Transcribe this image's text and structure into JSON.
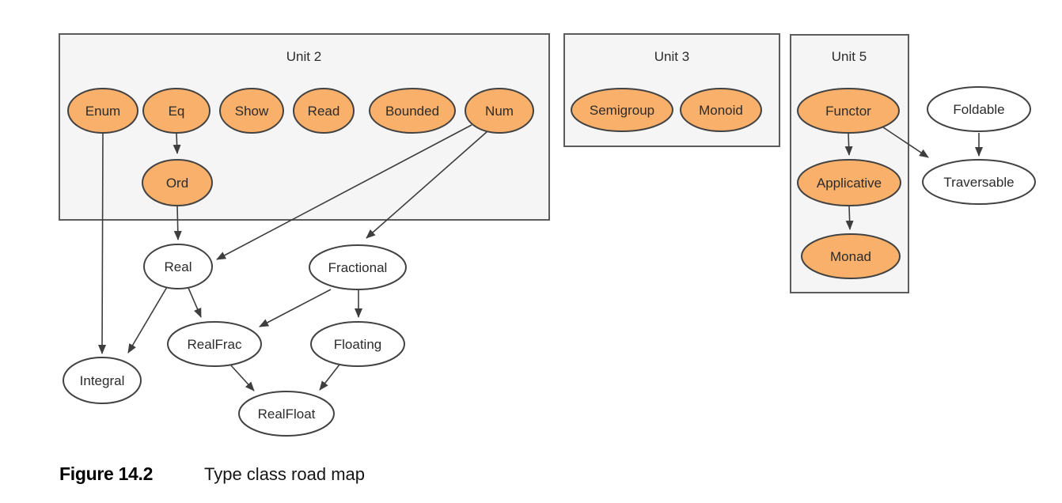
{
  "figure": {
    "label": "Figure 14.2",
    "caption": "Type class road map"
  },
  "units": {
    "unit2": {
      "title": "Unit 2"
    },
    "unit3": {
      "title": "Unit 3"
    },
    "unit5": {
      "title": "Unit 5"
    }
  },
  "nodes": {
    "enum": {
      "label": "Enum",
      "unit": "Unit 2",
      "highlighted": true
    },
    "eq": {
      "label": "Eq",
      "unit": "Unit 2",
      "highlighted": true
    },
    "show": {
      "label": "Show",
      "unit": "Unit 2",
      "highlighted": true
    },
    "read": {
      "label": "Read",
      "unit": "Unit 2",
      "highlighted": true
    },
    "bounded": {
      "label": "Bounded",
      "unit": "Unit 2",
      "highlighted": true
    },
    "num": {
      "label": "Num",
      "unit": "Unit 2",
      "highlighted": true
    },
    "ord": {
      "label": "Ord",
      "unit": "Unit 2",
      "highlighted": true
    },
    "semigroup": {
      "label": "Semigroup",
      "unit": "Unit 3",
      "highlighted": true
    },
    "monoid": {
      "label": "Monoid",
      "unit": "Unit 3",
      "highlighted": true
    },
    "functor": {
      "label": "Functor",
      "unit": "Unit 5",
      "highlighted": true
    },
    "applicative": {
      "label": "Applicative",
      "unit": "Unit 5",
      "highlighted": true
    },
    "monad": {
      "label": "Monad",
      "unit": "Unit 5",
      "highlighted": true
    },
    "foldable": {
      "label": "Foldable",
      "unit": null,
      "highlighted": false
    },
    "traversable": {
      "label": "Traversable",
      "unit": null,
      "highlighted": false
    },
    "real": {
      "label": "Real",
      "unit": null,
      "highlighted": false
    },
    "fractional": {
      "label": "Fractional",
      "unit": null,
      "highlighted": false
    },
    "realfrac": {
      "label": "RealFrac",
      "unit": null,
      "highlighted": false
    },
    "floating": {
      "label": "Floating",
      "unit": null,
      "highlighted": false
    },
    "integral": {
      "label": "Integral",
      "unit": null,
      "highlighted": false
    },
    "realfloat": {
      "label": "RealFloat",
      "unit": null,
      "highlighted": false
    }
  },
  "edges": [
    {
      "from": "Eq",
      "to": "Ord"
    },
    {
      "from": "Enum",
      "to": "Integral"
    },
    {
      "from": "Ord",
      "to": "Real"
    },
    {
      "from": "Num",
      "to": "Real"
    },
    {
      "from": "Num",
      "to": "Fractional"
    },
    {
      "from": "Real",
      "to": "Integral"
    },
    {
      "from": "Real",
      "to": "RealFrac"
    },
    {
      "from": "Fractional",
      "to": "RealFrac"
    },
    {
      "from": "Fractional",
      "to": "Floating"
    },
    {
      "from": "RealFrac",
      "to": "RealFloat"
    },
    {
      "from": "Floating",
      "to": "RealFloat"
    },
    {
      "from": "Functor",
      "to": "Applicative"
    },
    {
      "from": "Functor",
      "to": "Traversable"
    },
    {
      "from": "Foldable",
      "to": "Traversable"
    },
    {
      "from": "Applicative",
      "to": "Monad"
    }
  ],
  "colors": {
    "highlight_fill": "#F9B06B",
    "plain_fill": "#FFFFFF",
    "node_stroke": "#424242",
    "box_fill": "#F5F5F5",
    "box_stroke": "#5C5C5C",
    "edge": "#3E3E3E",
    "text": "#2B2B2B",
    "caption_text": "#000000"
  }
}
